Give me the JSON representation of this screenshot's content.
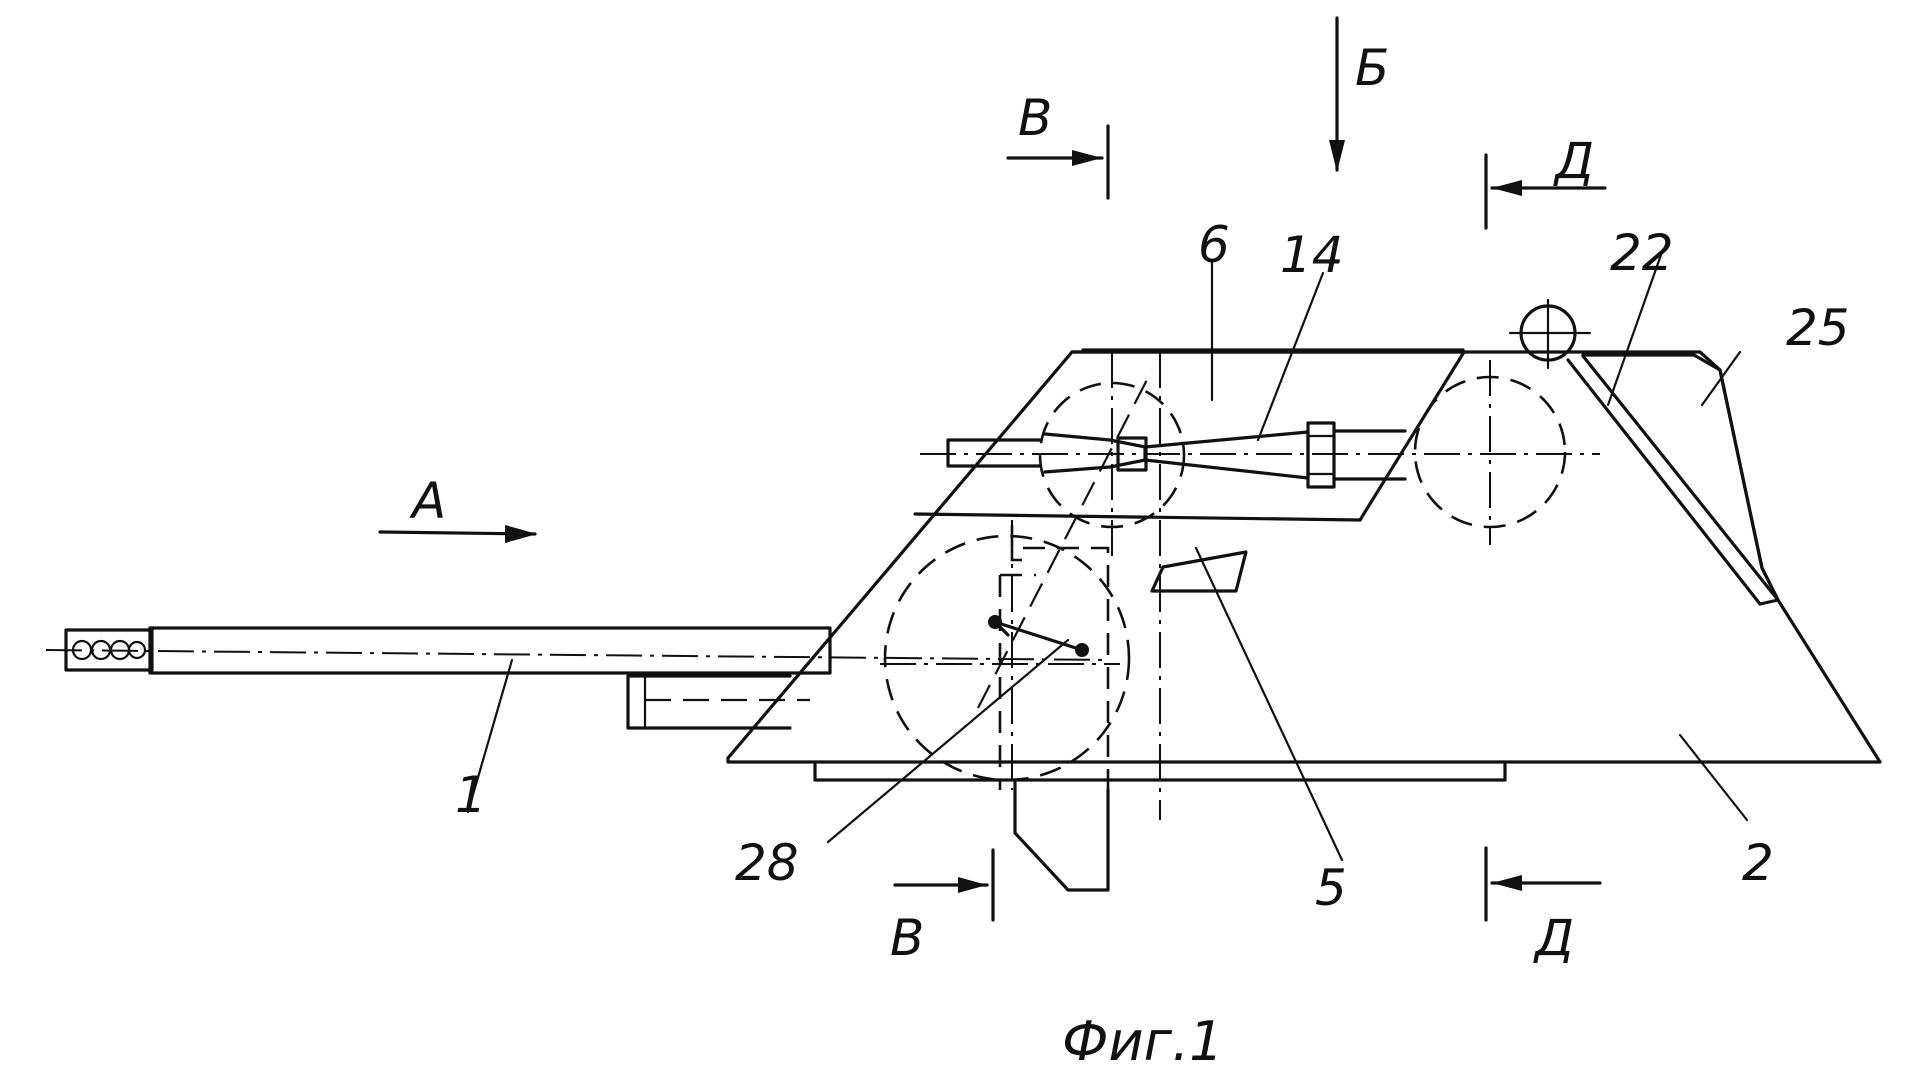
{
  "figure": {
    "caption": "Фиг.1"
  },
  "labels": {
    "part_1": "1",
    "part_2": "2",
    "part_5": "5",
    "part_6": "6",
    "part_14": "14",
    "part_22": "22",
    "part_25": "25",
    "part_28": "28"
  },
  "views": {
    "view_a": "А",
    "view_b": "Б",
    "section_v_top": "В",
    "section_v_bottom": "В",
    "section_d_top": "Д",
    "section_d_bottom": "Д"
  }
}
